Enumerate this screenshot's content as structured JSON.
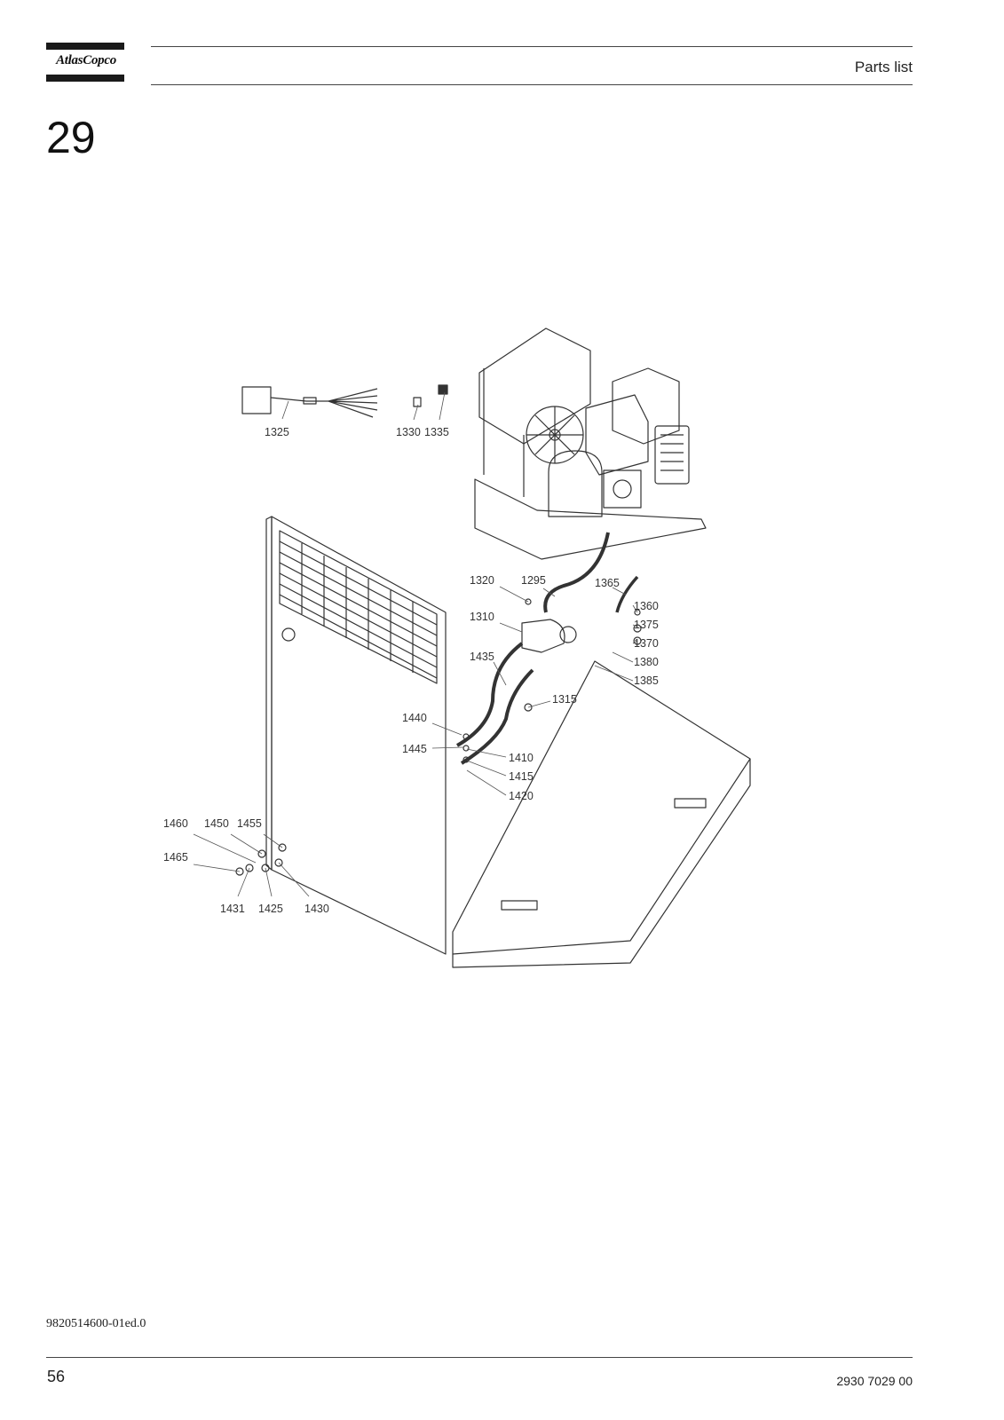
{
  "header": {
    "logo_text": "AtlasCopco",
    "section_title": "Parts list"
  },
  "chapter_number": "29",
  "drawing": {
    "part_labels": [
      "1325",
      "1330",
      "1335",
      "1320",
      "1295",
      "1365",
      "1360",
      "1375",
      "1370",
      "1380",
      "1385",
      "1310",
      "1435",
      "1315",
      "1440",
      "1445",
      "1410",
      "1415",
      "1420",
      "1460",
      "1450",
      "1455",
      "1465",
      "1431",
      "1425",
      "1430"
    ]
  },
  "footer": {
    "document_code": "9820514600-01ed.0",
    "page_number": "56",
    "document_number": "2930 7029 00"
  }
}
